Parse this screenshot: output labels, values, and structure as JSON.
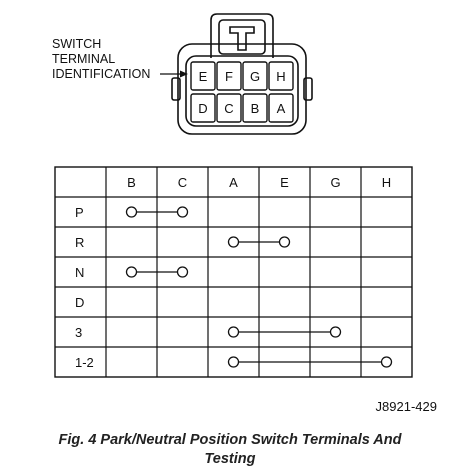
{
  "connector": {
    "label_lines": [
      "SWITCH",
      "TERMINAL",
      "IDENTIFICATION"
    ],
    "top_row": [
      "E",
      "F",
      "G",
      "H"
    ],
    "bottom_row": [
      "D",
      "C",
      "B",
      "A"
    ]
  },
  "table": {
    "columns": [
      "B",
      "C",
      "A",
      "E",
      "G",
      "H"
    ],
    "rows": [
      {
        "label": "P",
        "continuity": [
          "B",
          "C"
        ]
      },
      {
        "label": "R",
        "continuity": [
          "A",
          "E"
        ]
      },
      {
        "label": "N",
        "continuity": [
          "B",
          "C"
        ]
      },
      {
        "label": "D",
        "continuity": []
      },
      {
        "label": "3",
        "continuity": [
          "A",
          "G"
        ]
      },
      {
        "label": "1-2",
        "continuity": [
          "A",
          "H"
        ]
      }
    ]
  },
  "reference": "J8921-429",
  "caption": {
    "line1": "Fig. 4 Park/Neutral Position Switch Terminals And",
    "line2": "Testing"
  }
}
